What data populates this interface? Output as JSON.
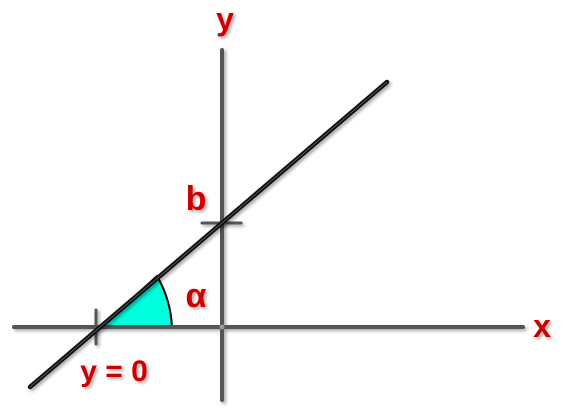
{
  "labels": {
    "x_axis": "x",
    "y_axis": "y",
    "intercept": "b",
    "angle": "α",
    "root": "y = 0"
  },
  "colors": {
    "axis_stroke": "#555555",
    "line_stroke": "#111111",
    "label_text": "#cc0000",
    "angle_fill": "#00ffdd",
    "angle_stroke": "#000000"
  }
}
